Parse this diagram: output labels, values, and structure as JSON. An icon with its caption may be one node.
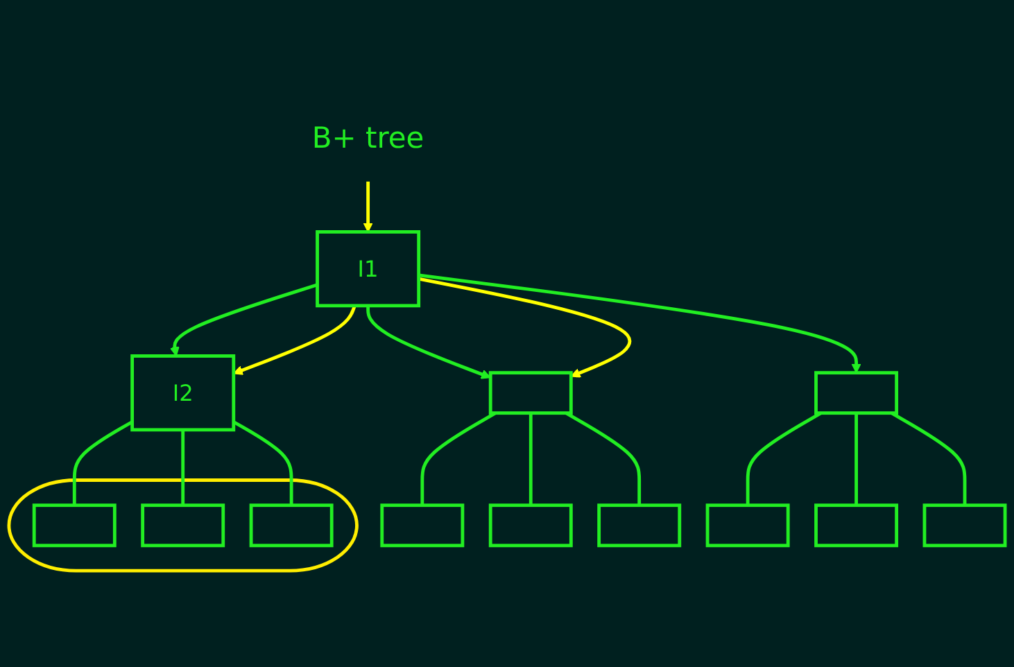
{
  "diagram": {
    "nodes": [
      {
        "text": [
          "B+ tree"
        ]
      },
      {
        "text": [
          "I1"
        ]
      },
      {
        "text": [
          "I2"
        ]
      },
      {
        "text": [],
        "shape": "box"
      },
      {
        "text": [],
        "shape": "box"
      },
      {
        "text": [],
        "shape": "ellipse"
      },
      {
        "text": [],
        "shape": "box",
        "in": 5
      },
      {
        "text": [],
        "shape": "box",
        "in": 5
      },
      {
        "text": [],
        "shape": "box",
        "in": 5
      },
      {
        "text": [],
        "shape": "box"
      },
      {
        "text": [],
        "shape": "box"
      },
      {
        "text": [],
        "shape": "box"
      },
      {
        "text": [],
        "shape": "box"
      },
      {
        "text": [],
        "shape": "box"
      },
      {
        "text": [],
        "shape": "box"
      }
    ],
    "edges": [
      {
        "from": 0,
        "to": 1,
        "arrow": "to",
        "color": "#ffff00"
      },
      {
        "from": 1,
        "to": 2,
        "arrow": "to"
      },
      {
        "from": 1,
        "to": 2,
        "arrow": "to",
        "color": "#ffff00"
      },
      {
        "from": 1,
        "to": 3,
        "arrow": "to"
      },
      {
        "from": 1,
        "to": 3,
        "arrow": "to",
        "color": "#ffff00"
      },
      {
        "from": 1,
        "to": 4,
        "arrow": "to"
      },
      {
        "from": 2,
        "to": 6,
        "arrow": "none"
      },
      {
        "from": 2,
        "to": 7,
        "arrow": "none"
      },
      {
        "from": 2,
        "to": 8,
        "arrow": "none"
      },
      {
        "from": 3,
        "to": 9,
        "arrow": "none"
      },
      {
        "from": 3,
        "to": 10,
        "arrow": "none"
      },
      {
        "from": 3,
        "to": 11,
        "arrow": "none"
      },
      {
        "from": 4,
        "to": 12,
        "arrow": "none"
      },
      {
        "from": 4,
        "to": 13,
        "arrow": "none"
      },
      {
        "from": 4,
        "to": 14,
        "arrow": "none"
      }
    ]
  }
}
